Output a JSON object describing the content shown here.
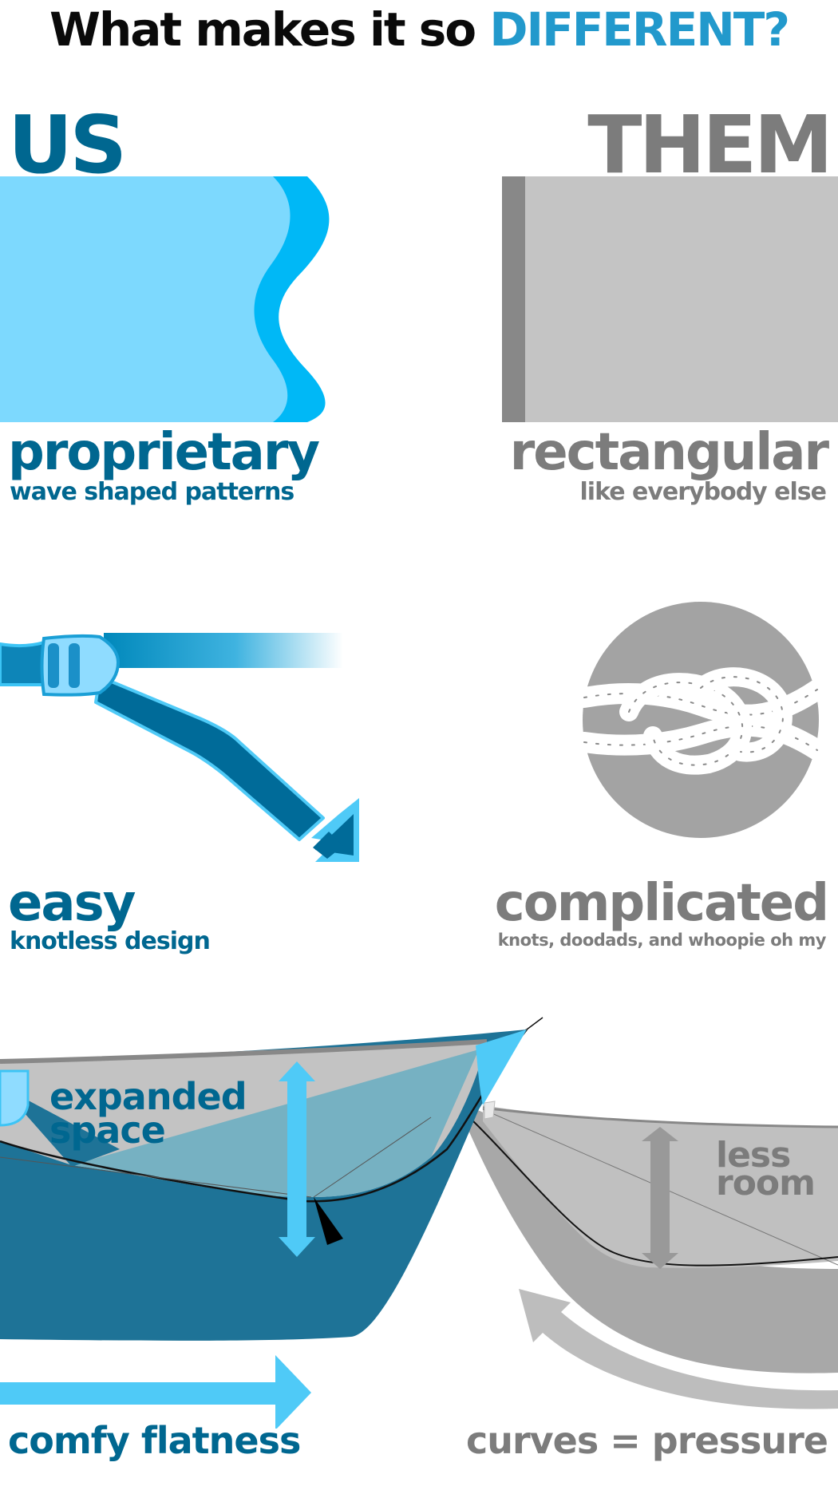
{
  "title": {
    "prefix": "What makes it so ",
    "accent": "DIFFERENT?"
  },
  "columns": {
    "us": "US",
    "them": "THEM"
  },
  "colors": {
    "brand_dark_blue": "#006790",
    "accent_blue": "#2299cc",
    "light_blue": "#7dd9fe",
    "bright_blue": "#00b8f6",
    "gray_text": "#7c7c7c",
    "gray_fill": "#c4c4c4",
    "gray_dark": "#888888"
  },
  "rows": [
    {
      "us": {
        "headline": "proprietary",
        "sub": "wave shaped patterns",
        "illustration": "wave-fabric-icon"
      },
      "them": {
        "headline": "rectangular",
        "sub": "like everybody else",
        "illustration": "rectangle-fabric-icon"
      }
    },
    {
      "us": {
        "headline": "easy",
        "sub": "knotless design",
        "illustration": "buckle-strap-icon"
      },
      "them": {
        "headline": "complicated",
        "sub": "knots, doodads, and whoopie oh my",
        "illustration": "knot-icon"
      }
    },
    {
      "us": {
        "headline": "comfy flatness",
        "label": "expanded space",
        "label_line1": "expanded",
        "label_line2": "space",
        "illustration": "flat-hammock-icon"
      },
      "them": {
        "headline": "curves = pressure",
        "label": "less room",
        "label_line1": "less",
        "label_line2": "room",
        "illustration": "curved-hammock-icon"
      }
    }
  ]
}
